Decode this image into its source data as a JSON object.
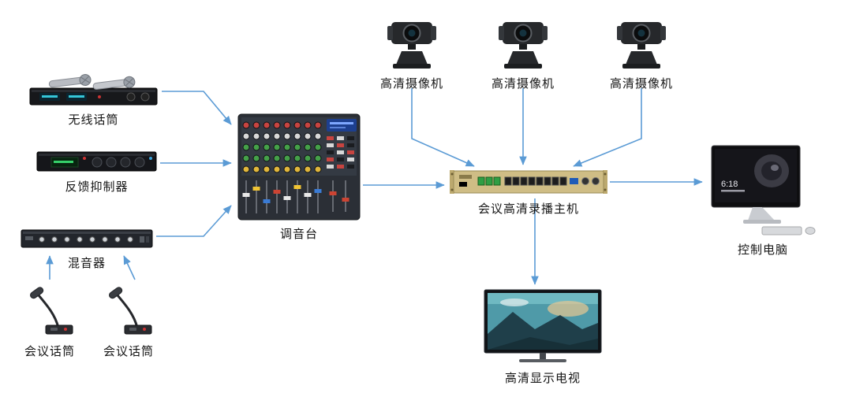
{
  "diagram": {
    "background": "#ffffff",
    "arrow_color": "#5b9bd5",
    "nodes": {
      "wireless_mic": {
        "label": "无线话筒"
      },
      "feedback_suppressor": {
        "label": "反馈抑制器"
      },
      "audio_mixer": {
        "label": "混音器"
      },
      "conference_mic_left": {
        "label": "会议话筒"
      },
      "conference_mic_right": {
        "label": "会议话筒"
      },
      "mixing_console": {
        "label": "调音台"
      },
      "camera_left": {
        "label": "高清摄像机"
      },
      "camera_middle": {
        "label": "高清摄像机"
      },
      "camera_right": {
        "label": "高清摄像机"
      },
      "recording_host": {
        "label": "会议高清录播主机"
      },
      "control_pc": {
        "label": "控制电脑",
        "screen_time": "6:18"
      },
      "display_tv": {
        "label": "高清显示电视"
      }
    },
    "edges": [
      {
        "from": "wireless_mic",
        "to": "mixing_console"
      },
      {
        "from": "feedback_suppressor",
        "to": "mixing_console"
      },
      {
        "from": "audio_mixer",
        "to": "mixing_console"
      },
      {
        "from": "conference_mic_left",
        "to": "audio_mixer"
      },
      {
        "from": "conference_mic_right",
        "to": "audio_mixer"
      },
      {
        "from": "mixing_console",
        "to": "recording_host"
      },
      {
        "from": "camera_left",
        "to": "recording_host"
      },
      {
        "from": "camera_middle",
        "to": "recording_host"
      },
      {
        "from": "camera_right",
        "to": "recording_host"
      },
      {
        "from": "recording_host",
        "to": "control_pc"
      },
      {
        "from": "recording_host",
        "to": "display_tv"
      }
    ]
  }
}
